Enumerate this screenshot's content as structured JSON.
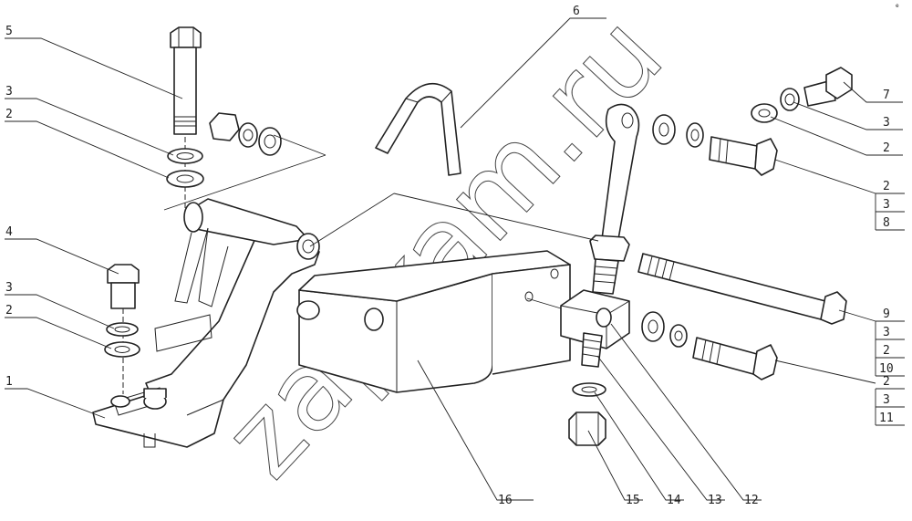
{
  "watermark": "zapkam.ru",
  "corner_mark": "e",
  "callouts": [
    {
      "id": "c5",
      "text": "5"
    },
    {
      "id": "c3a",
      "text": "3"
    },
    {
      "id": "c2a",
      "text": "2"
    },
    {
      "id": "c4",
      "text": "4"
    },
    {
      "id": "c3b",
      "text": "3"
    },
    {
      "id": "c2b",
      "text": "2"
    },
    {
      "id": "c1",
      "text": "1"
    },
    {
      "id": "c6",
      "text": "6"
    },
    {
      "id": "c7",
      "text": "7"
    },
    {
      "id": "c3c",
      "text": "3"
    },
    {
      "id": "c2c",
      "text": "2"
    },
    {
      "id": "c16",
      "text": "16"
    },
    {
      "id": "c15",
      "text": "15"
    },
    {
      "id": "c14",
      "text": "14"
    },
    {
      "id": "c13",
      "text": "13"
    },
    {
      "id": "c12",
      "text": "12"
    }
  ],
  "stacks": [
    {
      "id": "s8",
      "items": [
        "2",
        "3",
        "8"
      ]
    },
    {
      "id": "s9",
      "items": [
        "9",
        "3",
        "2",
        "10"
      ]
    },
    {
      "id": "s11",
      "items": [
        "2",
        "3",
        "11"
      ]
    }
  ]
}
